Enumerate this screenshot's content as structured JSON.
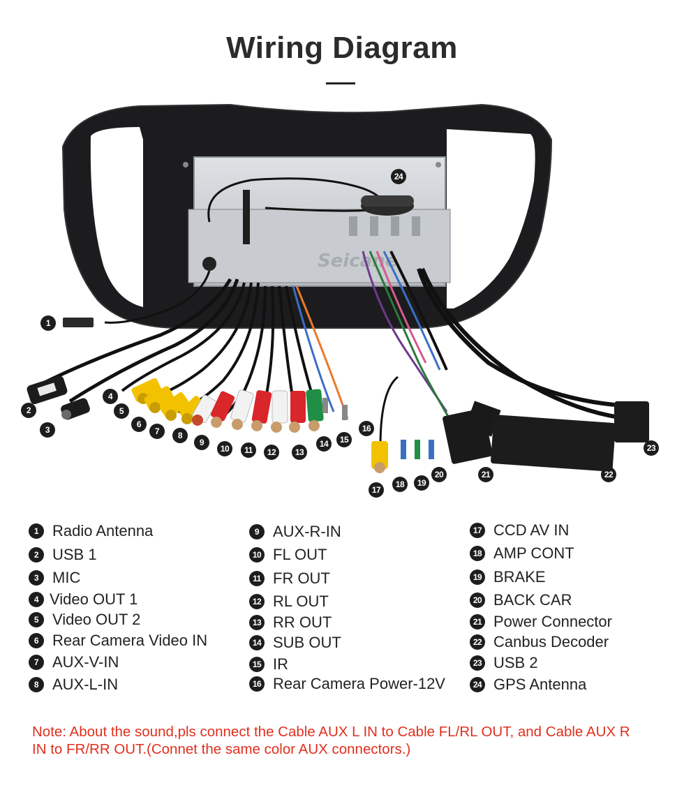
{
  "title": "Wiring Diagram",
  "watermark": "Seicane",
  "legend": [
    {
      "n": "1",
      "label": "Radio Antenna"
    },
    {
      "n": "2",
      "label": "USB 1"
    },
    {
      "n": "3",
      "label": "MIC"
    },
    {
      "n": "4",
      "label": "Video OUT 1"
    },
    {
      "n": "5",
      "label": "Video OUT 2"
    },
    {
      "n": "6",
      "label": "Rear Camera Video IN"
    },
    {
      "n": "7",
      "label": "AUX-V-IN"
    },
    {
      "n": "8",
      "label": "AUX-L-IN"
    },
    {
      "n": "9",
      "label": "AUX-R-IN"
    },
    {
      "n": "10",
      "label": "FL OUT"
    },
    {
      "n": "11",
      "label": "FR OUT"
    },
    {
      "n": "12",
      "label": "RL OUT"
    },
    {
      "n": "13",
      "label": "RR OUT"
    },
    {
      "n": "14",
      "label": "SUB OUT"
    },
    {
      "n": "15",
      "label": "IR"
    },
    {
      "n": "16",
      "label": "Rear Camera Power-12V"
    },
    {
      "n": "17",
      "label": "CCD AV IN"
    },
    {
      "n": "18",
      "label": "AMP CONT"
    },
    {
      "n": "19",
      "label": "BRAKE"
    },
    {
      "n": "20",
      "label": "BACK CAR"
    },
    {
      "n": "21",
      "label": "Power Connector"
    },
    {
      "n": "22",
      "label": "Canbus Decoder"
    },
    {
      "n": "23",
      "label": "USB 2"
    },
    {
      "n": "24",
      "label": "GPS Antenna"
    }
  ],
  "note": "Note: About the sound,pls connect the Cable AUX L IN to Cable FL/RL OUT, and Cable AUX R IN to  FR/RR OUT.(Connet the same color AUX connectors.)",
  "colors": {
    "note": "#e0301e",
    "badge": "#1d1d1d",
    "rca_yellow": "#f2c200",
    "rca_white": "#f2f2f2",
    "rca_red": "#d9262b",
    "rca_green": "#1f8f45",
    "housing": "#1a1a1a",
    "metal": "#c9ccd0"
  }
}
